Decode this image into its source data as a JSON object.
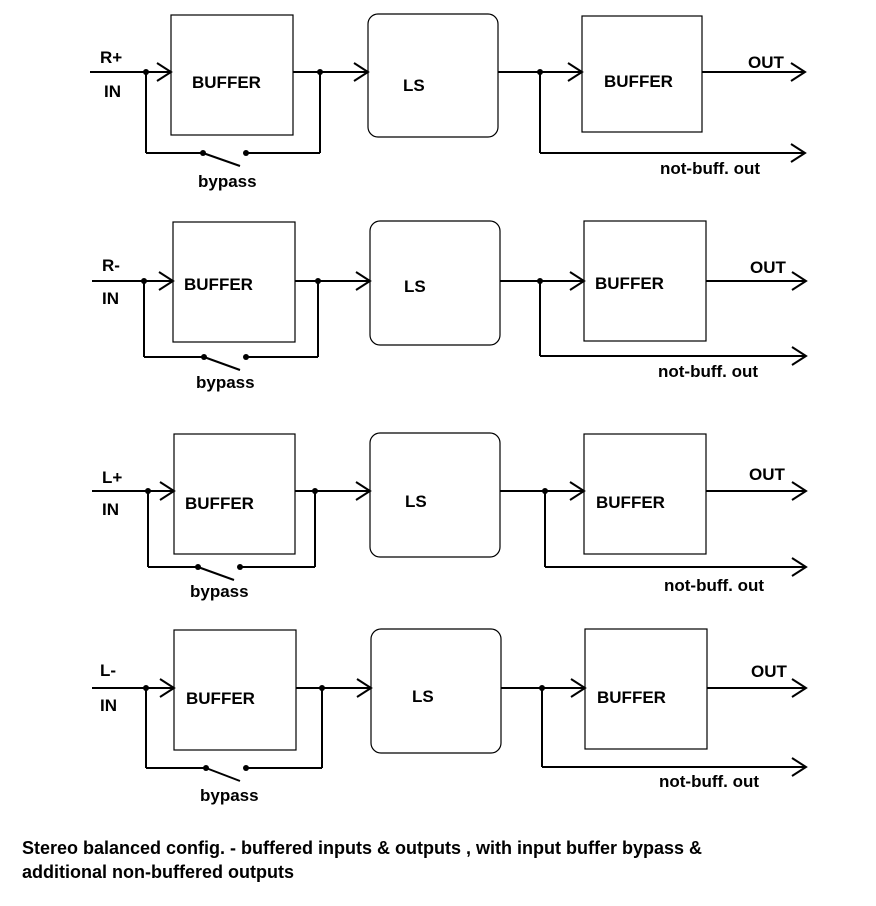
{
  "channels": [
    {
      "id": "R+",
      "top_label": "R+",
      "in_label": "IN",
      "input_buffer_label": "BUFFER",
      "ls_label": "LS",
      "output_buffer_label": "BUFFER",
      "out_label": "OUT",
      "bypass_label": "bypass",
      "unbuffered_label": "not-buff. out"
    },
    {
      "id": "R-",
      "top_label": "R-",
      "in_label": "IN",
      "input_buffer_label": "BUFFER",
      "ls_label": "LS",
      "output_buffer_label": "BUFFER",
      "out_label": "OUT",
      "bypass_label": "bypass",
      "unbuffered_label": "not-buff. out"
    },
    {
      "id": "L+",
      "top_label": "L+",
      "in_label": "IN",
      "input_buffer_label": "BUFFER",
      "ls_label": "LS",
      "output_buffer_label": "BUFFER",
      "out_label": "OUT",
      "bypass_label": "bypass",
      "unbuffered_label": "not-buff. out"
    },
    {
      "id": "L-",
      "top_label": "L-",
      "in_label": "IN",
      "input_buffer_label": "BUFFER",
      "ls_label": "LS",
      "output_buffer_label": "BUFFER",
      "out_label": "OUT",
      "bypass_label": "bypass",
      "unbuffered_label": "not-buff. out"
    }
  ],
  "caption": {
    "line1": "Stereo balanced config. - buffered inputs & outputs , with input buffer bypass &",
    "line2": "additional non-buffered outputs"
  }
}
